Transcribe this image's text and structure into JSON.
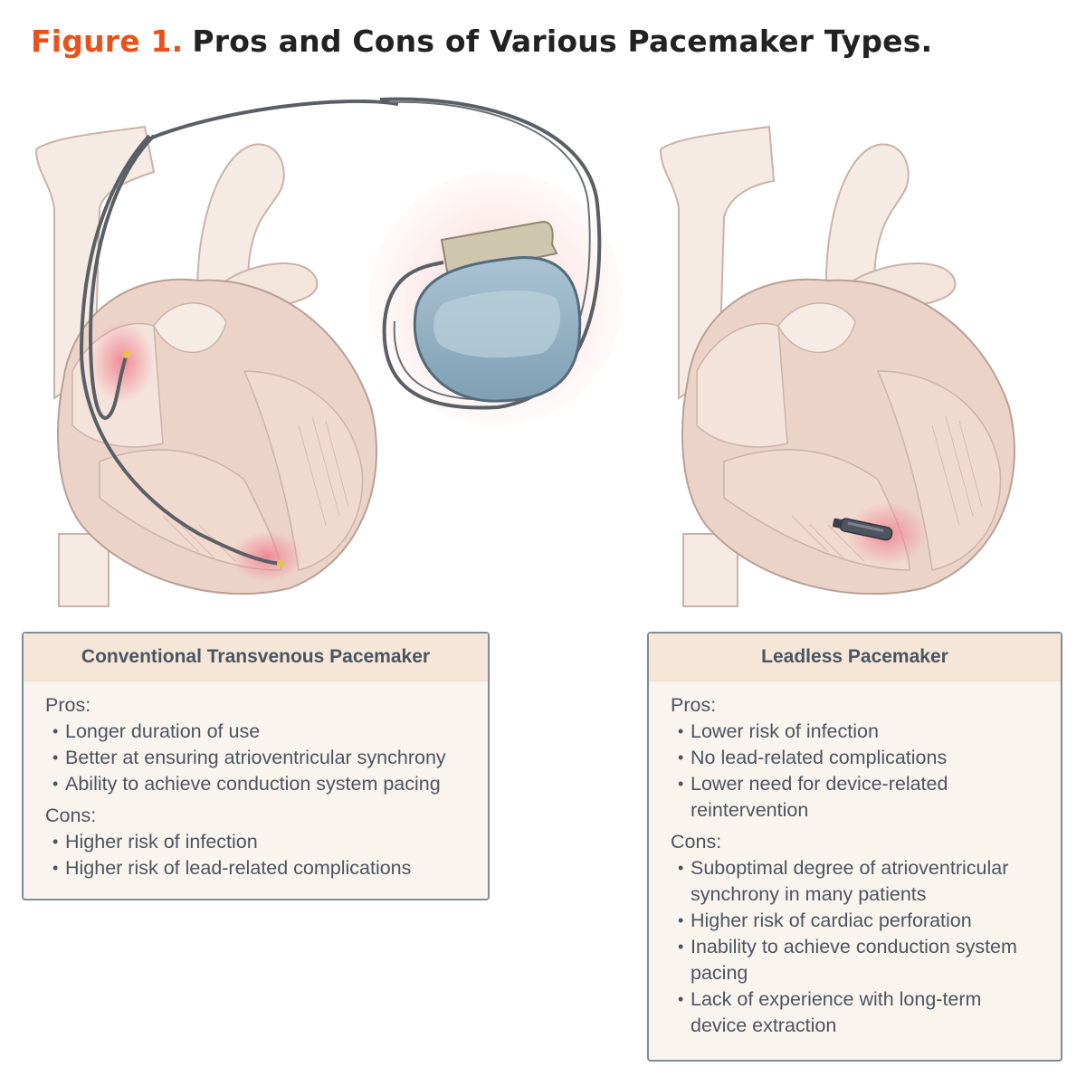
{
  "figure": {
    "label": "Figure 1.",
    "title": "Pros and Cons of Various Pacemaker Types."
  },
  "panels": {
    "conventional": {
      "heading": "Conventional Transvenous Pacemaker",
      "pros_label": "Pros:",
      "pros": [
        "Longer duration of use",
        "Better at ensuring atrioventricular synchrony",
        "Ability to achieve conduction system pacing"
      ],
      "cons_label": "Cons:",
      "cons": [
        "Higher risk of infection",
        "Higher risk of lead-related complications"
      ]
    },
    "leadless": {
      "heading": "Leadless Pacemaker",
      "pros_label": "Pros:",
      "pros": [
        "Lower risk of infection",
        "No lead-related complications",
        "Lower need for device-related reintervention"
      ],
      "cons_label": "Cons:",
      "cons": [
        "Suboptimal degree of atrioventricular synchrony in many patients",
        "Higher risk of cardiac perforation",
        "Inability to achieve conduction system pacing",
        "Lack of experience with long-term device extraction"
      ]
    }
  },
  "colors": {
    "figure_label": "#e8521a",
    "box_border": "#7d8c96",
    "box_header": "#f5e6d8",
    "heart_muscle": "#ecd3c7",
    "vessel": "#f6ebe4",
    "device_body": "#8fb0c4"
  }
}
